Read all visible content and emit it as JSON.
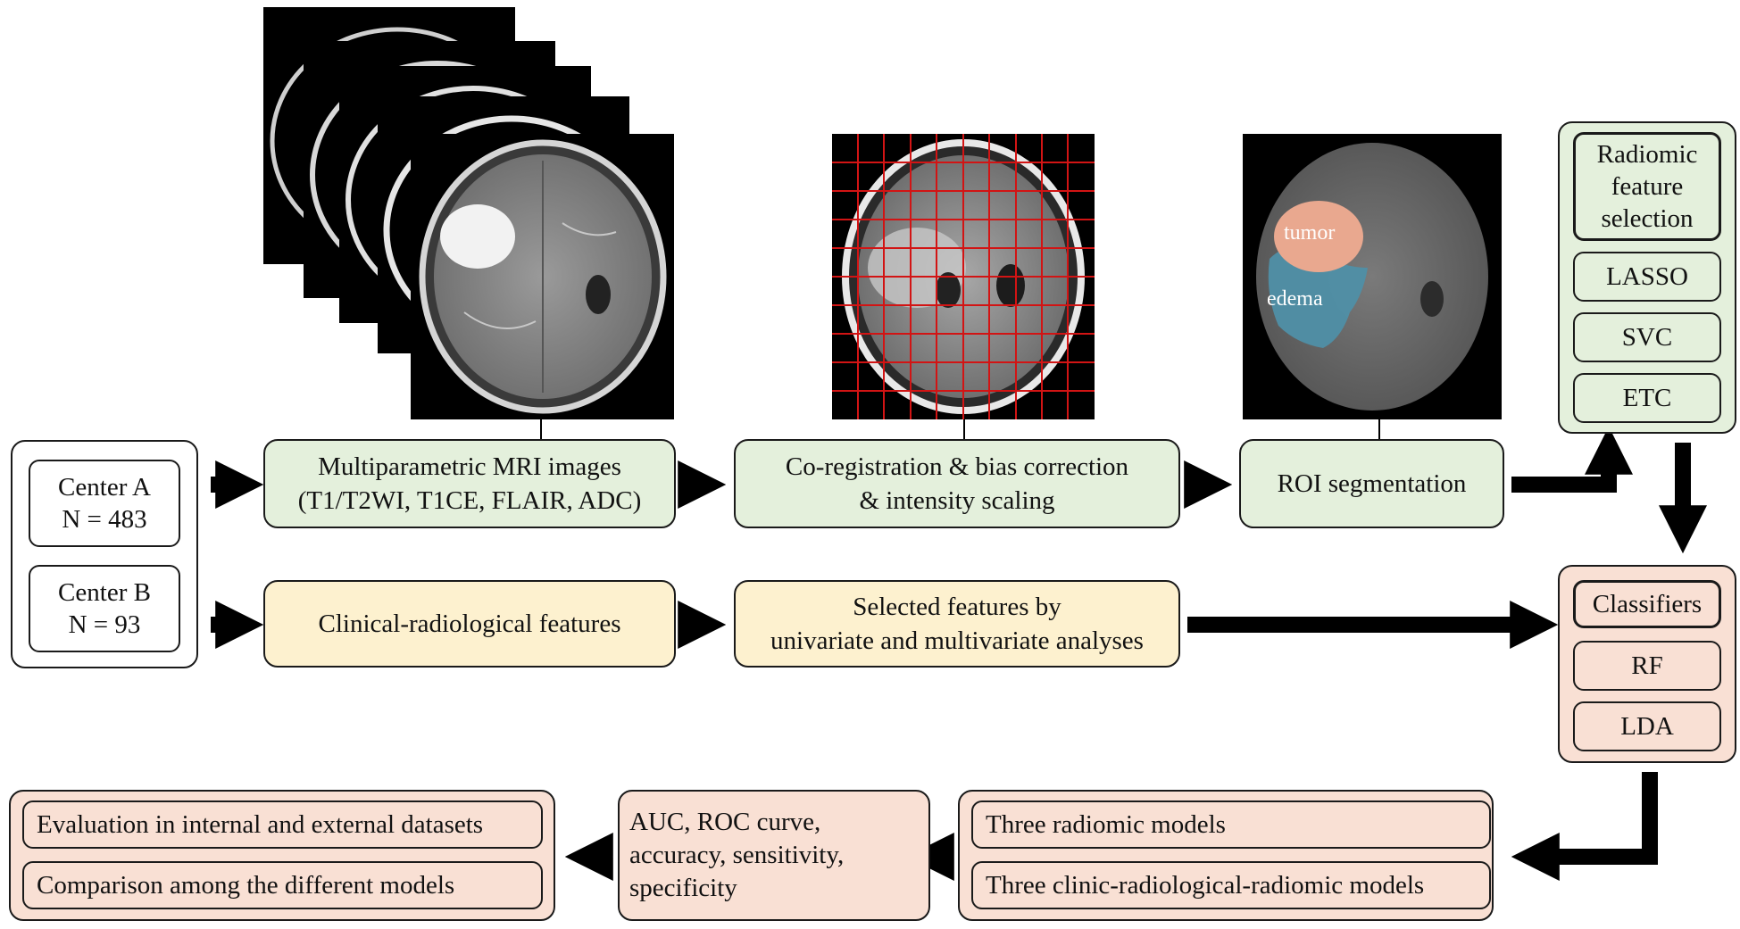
{
  "centers": {
    "a": "Center A\nN = 483",
    "b": "Center B\nN = 93"
  },
  "mri": {
    "label": "Multiparametric MRI images\n(T1/T2WI, T1CE, FLAIR, ADC)"
  },
  "registration": {
    "label": "Co-registration & bias correction\n& intensity scaling"
  },
  "roi": {
    "label": "ROI segmentation",
    "tumor_label": "tumor",
    "edema_label": "edema"
  },
  "clinical": {
    "label": "Clinical-radiological features"
  },
  "selected": {
    "label": "Selected features by\nunivariate and multivariate analyses"
  },
  "feature_selection": {
    "title": "Radiomic\nfeature\nselection",
    "methods": [
      "LASSO",
      "SVC",
      "ETC"
    ]
  },
  "classifiers": {
    "title": "Classifiers",
    "methods": [
      "RF",
      "LDA"
    ]
  },
  "models": [
    "Three radiomic models",
    "Three clinic-radiological-radiomic models"
  ],
  "metrics": {
    "label": "AUC, ROC curve,\naccuracy, sensitivity,\nspecificity"
  },
  "evaluation": [
    "Evaluation in internal and external datasets",
    "Comparison among the different models"
  ],
  "colors": {
    "green": "#e4f0dc",
    "yellow": "#fdf1cf",
    "pink": "#f9e0d4",
    "grid_red": "#d21414",
    "tumor": "#e9a88f",
    "edema": "#4f8fa6"
  }
}
